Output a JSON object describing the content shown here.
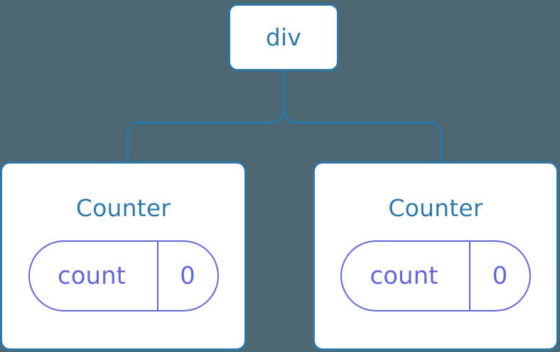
{
  "diagram": {
    "type": "component-tree",
    "background_color": "#4c6872",
    "node_border_color": "#2e77a8",
    "node_title_color": "#2e7ba6",
    "state_accent_color": "#6366d8",
    "connector_color": "#2e77a8",
    "root": {
      "label": "div"
    },
    "children": [
      {
        "label": "Counter",
        "state": {
          "key": "count",
          "value": "0"
        }
      },
      {
        "label": "Counter",
        "state": {
          "key": "count",
          "value": "0"
        }
      }
    ]
  }
}
